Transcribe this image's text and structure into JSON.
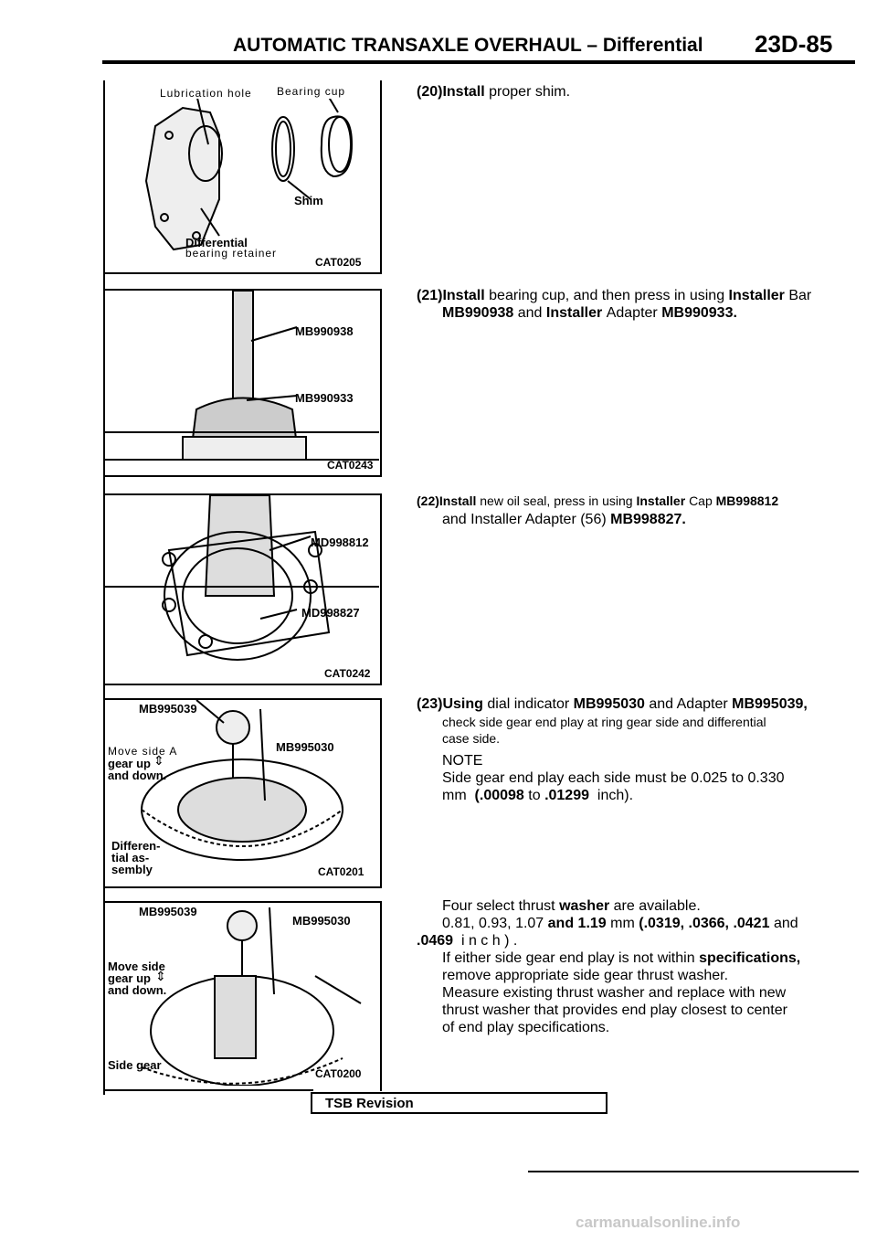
{
  "header": {
    "title": "AUTOMATIC TRANSAXLE OVERHAUL – Differential",
    "page_number": "23D-85"
  },
  "figures": {
    "fig1": {
      "label_lub_hole": "Lubrication hole",
      "label_bearing_cup": "Bearing cup",
      "label_shim": "Shim",
      "label_diff": "Differential",
      "label_retainer": "bearing retainer",
      "code": "CAT0205"
    },
    "fig2": {
      "tool1": "MB990938",
      "tool2": "MB990933",
      "code": "CAT0243"
    },
    "fig3": {
      "tool1": "MD998812",
      "tool2": "MD998827",
      "code": "CAT0242"
    },
    "fig4": {
      "tool1": "MB995039",
      "tool2": "MB995030",
      "move_side": "Move side A",
      "gear_up": "gear up",
      "and_down": "and down.",
      "diff1": "Differen-",
      "diff2": "tial as-",
      "diff3": "sembly",
      "code": "CAT0201"
    },
    "fig5": {
      "tool1": "MB995039",
      "tool2": "MB995030",
      "move_side": "Move side",
      "gear_up": "gear up",
      "and_down": "and down.",
      "side_gear": "Side gear",
      "code": "CAT0200"
    }
  },
  "steps": {
    "s20": {
      "num": "(20)",
      "verb": "Install",
      "text": "proper shim."
    },
    "s21": {
      "num": "(21)",
      "verb": "Install",
      "text1": "bearing cup, and then press in using",
      "installer": "Installer",
      "bar": "Bar",
      "tool1": "MB990938",
      "and": "and",
      "installer2": "Installer",
      "adapter": "Adapter",
      "tool2": "MB990933."
    },
    "s22": {
      "num": "(22)",
      "verb": "Install",
      "text1": "new oil seal, press in using",
      "installer": "Installer",
      "cap": "Cap",
      "tool1": "MB998812",
      "line2": "and Installer Adapter (56)",
      "tool2": "MB998827."
    },
    "s23": {
      "num": "(23)",
      "verb": "Using",
      "text1": "dial indicator",
      "tool1": "MB995030",
      "and_adapter": "and Adapter",
      "tool2": "MB995039,",
      "line2": "check side gear end play at ring gear side and differential",
      "line3": "case side.",
      "note": "NOTE",
      "note1": "Side gear end play each side must be 0.025 to 0.330",
      "note2a": "mm",
      "note2b": "(.00098",
      "note2c": "to",
      "note2d": ".01299",
      "note2e": "inch).",
      "p1a": "Four select thrust",
      "p1b": "washer",
      "p1c": "are available.",
      "p2a": "0.81, 0.93, 1.07",
      "p2b": "and 1.19",
      "p2c": "mm",
      "p2d": "(.0319, .0366, .0421",
      "p2e": "and",
      "p3a": ".0469",
      "p3b": "i n c h ) .",
      "p4a": "If either side gear end play is not within",
      "p4b": "specifications,",
      "p5": "remove appropriate side gear thrust washer.",
      "p6": "Measure existing thrust washer and replace with new",
      "p7": "thrust washer that provides end play closest to center",
      "p8": "of end play specifications."
    }
  },
  "footer": {
    "tsb": "TSB Revision",
    "watermark": "carmanualsonline.info"
  }
}
